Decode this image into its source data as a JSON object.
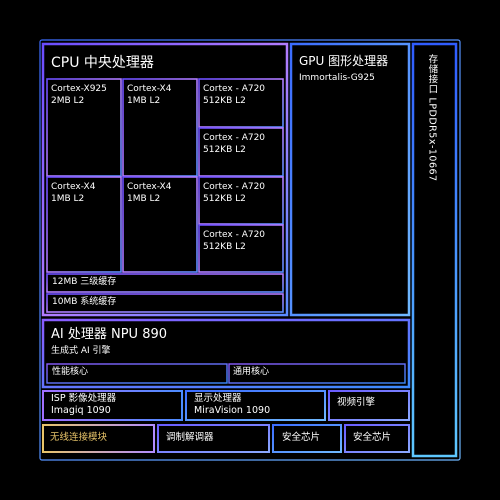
{
  "cpu": {
    "title": "CPU 中央处理器",
    "cores": [
      {
        "name": "Cortex-X925",
        "cache": "2MB L2"
      },
      {
        "name": "Cortex-X4",
        "cache": "1MB L2"
      },
      {
        "name": "Cortex - A720",
        "cache": "512KB L2"
      },
      {
        "name": "Cortex - A720",
        "cache": "512KB L2"
      },
      {
        "name": "Cortex-X4",
        "cache": "1MB L2"
      },
      {
        "name": "Cortex-X4",
        "cache": "1MB L2"
      },
      {
        "name": "Cortex - A720",
        "cache": "512KB L2"
      },
      {
        "name": "Cortex - A720",
        "cache": "512KB L2"
      }
    ],
    "l3": "12MB 三级缓存",
    "slc": "10MB 系统缓存"
  },
  "gpu": {
    "title": "GPU 图形处理器",
    "model": "Immortalis-G925"
  },
  "memory": {
    "title": "存储接口",
    "model": "LPDDR5x-10667"
  },
  "npu": {
    "title": "AI 处理器 NPU 890",
    "subtitle": "生成式 AI 引擎",
    "perf_cores": "性能核心",
    "general_cores": "通用核心"
  },
  "isp": {
    "title": "ISP 影像处理器",
    "model": "Imagiq 1090"
  },
  "display": {
    "title": "显示处理器",
    "model": "MiraVision 1090"
  },
  "video": {
    "title": "视频引擎"
  },
  "bottom_row": {
    "wireless": "无线连接模块",
    "modem": "调制解调器",
    "security1": "安全芯片",
    "security2": "安全芯片"
  },
  "colors": {
    "purple": "#a86bff",
    "blue": "#3d7bff",
    "cyan": "#5ec8ff",
    "gold": "#e8c56a"
  }
}
